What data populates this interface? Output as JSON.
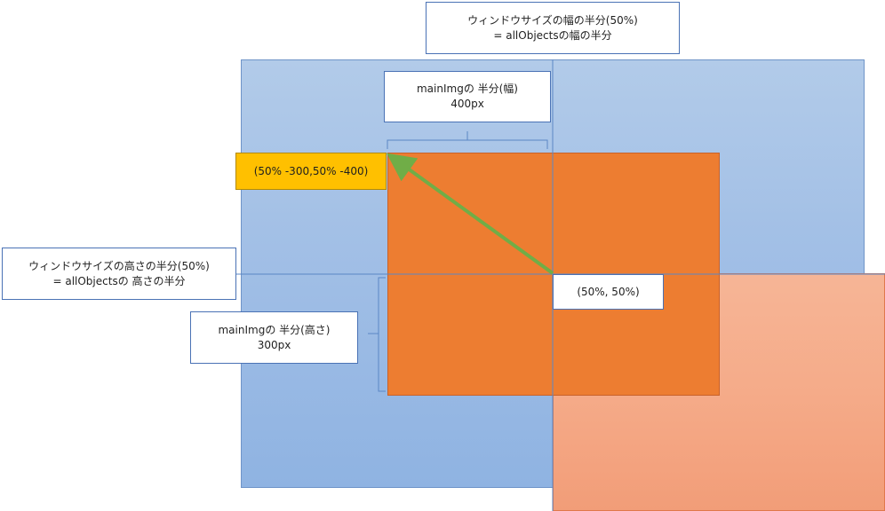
{
  "labels": {
    "window_half_width": {
      "line1": "ウィンドウサイズの幅の半分(50%)",
      "line2": "= allObjectsの幅の半分"
    },
    "window_half_height": {
      "line1": "ウィンドウサイズの高さの半分(50%)",
      "line2": "= allObjectsの 高さの半分"
    },
    "mainimg_half_width": {
      "line1": "mainImgの 半分(幅)",
      "line2": "400px"
    },
    "mainimg_half_height": {
      "line1": "mainImgの 半分(高さ)",
      "line2": "300px"
    },
    "center_point": "(50%, 50%)",
    "target_point": "(50% -300,50% -400)"
  },
  "colors": {
    "window_fill": "#a3c0e6",
    "mainimg_fill": "#ed7d31",
    "offset_fill": "#f5ab89",
    "target_label_fill": "#ffc000",
    "arrow": "#70ad47",
    "divider": "#5b87c5"
  }
}
